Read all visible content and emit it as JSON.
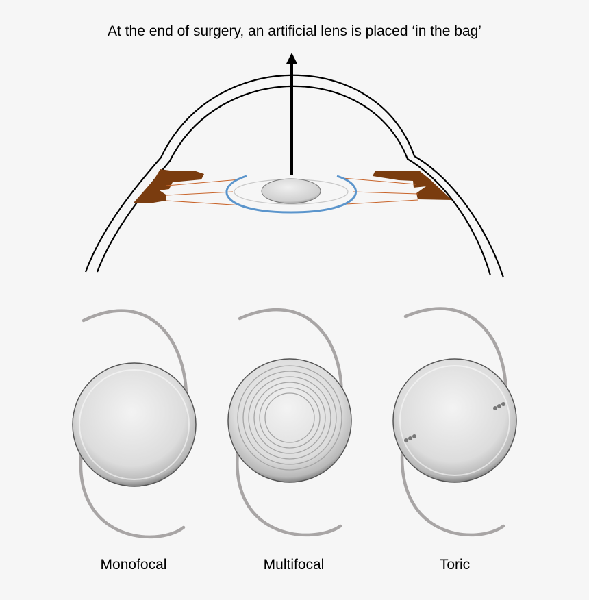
{
  "caption": "At the end of surgery, an artificial lens is placed ‘in the bag’",
  "lenses": [
    {
      "label": "Monofocal"
    },
    {
      "label": "Multifocal"
    },
    {
      "label": "Toric"
    }
  ],
  "colors": {
    "background": "#f6f6f6",
    "iris": "#7a3c0f",
    "zonules": "#c8642a",
    "capsular_bag": "#5b95cc",
    "haptic": "#a8a5a5",
    "outline": "#000000"
  }
}
